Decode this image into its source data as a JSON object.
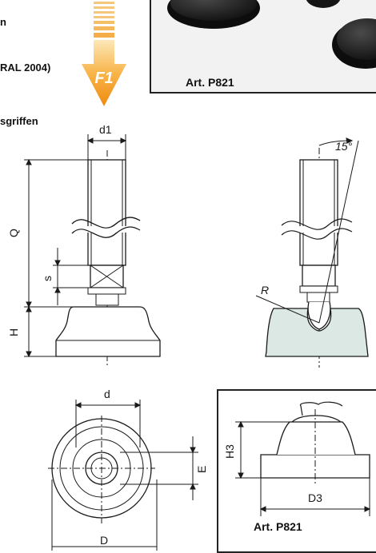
{
  "header": {
    "text_line_1": "n",
    "text_line_2": "RAL 2004)",
    "text_line_3": "sgriffen"
  },
  "badge": {
    "label": "F1",
    "color": "#f39a1e"
  },
  "photo": {
    "caption": "Art. P821"
  },
  "dimensions": {
    "d1": "d1",
    "Q": "Q",
    "s": "s",
    "H": "H",
    "angle": "15°",
    "R": "R",
    "d": "d",
    "E": "E",
    "D": "D",
    "H3": "H3",
    "D3": "D3"
  },
  "bottom_box": {
    "caption": "Art. P821"
  },
  "colors": {
    "ball_joint_fill": "#dbe8e4",
    "line": "#1a1a1a",
    "arrow_orange": "#f39a1e"
  }
}
